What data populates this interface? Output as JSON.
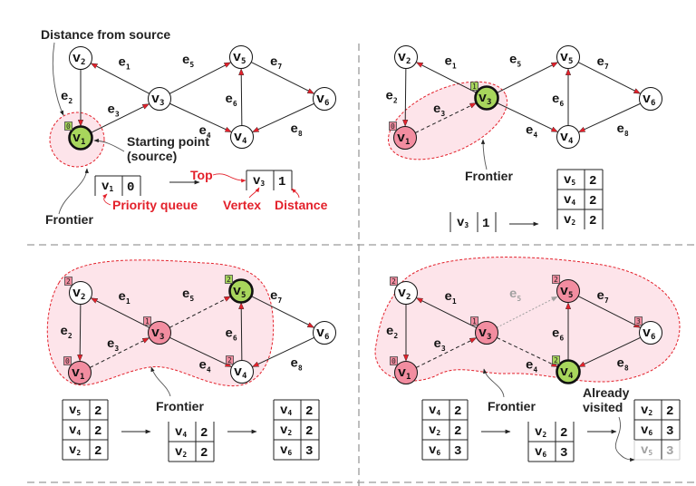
{
  "colors": {
    "visited": "#f28da0",
    "current": "#a8d65c",
    "unvisited": "#ffffff",
    "frontier_fill": "#fde4ea",
    "frontier_stroke": "#e3212b",
    "arrow_head": "#e3212b",
    "annotation_red": "#e3212b",
    "faded": "#a0a0a0",
    "divider": "#9a9a9a"
  },
  "graph": {
    "vertices": [
      {
        "id": "v1",
        "name": "v",
        "sub": "1"
      },
      {
        "id": "v2",
        "name": "v",
        "sub": "2"
      },
      {
        "id": "v3",
        "name": "v",
        "sub": "3"
      },
      {
        "id": "v4",
        "name": "v",
        "sub": "4"
      },
      {
        "id": "v5",
        "name": "v",
        "sub": "5"
      },
      {
        "id": "v6",
        "name": "v",
        "sub": "6"
      }
    ],
    "edges": [
      {
        "id": "e1",
        "name": "e",
        "sub": "1",
        "from": "v3",
        "to": "v2"
      },
      {
        "id": "e2",
        "name": "e",
        "sub": "2",
        "from": "v2",
        "to": "v1"
      },
      {
        "id": "e3",
        "name": "e",
        "sub": "3",
        "from": "v1",
        "to": "v3"
      },
      {
        "id": "e4",
        "name": "e",
        "sub": "4",
        "from": "v3",
        "to": "v4"
      },
      {
        "id": "e5",
        "name": "e",
        "sub": "5",
        "from": "v3",
        "to": "v5"
      },
      {
        "id": "e6",
        "name": "e",
        "sub": "6",
        "from": "v4",
        "to": "v5"
      },
      {
        "id": "e7",
        "name": "e",
        "sub": "7",
        "from": "v5",
        "to": "v6"
      },
      {
        "id": "e8",
        "name": "e",
        "sub": "8",
        "from": "v6",
        "to": "v4"
      }
    ]
  },
  "panels": [
    {
      "id": "step1",
      "states": {
        "v1": "current",
        "v2": "unvisited",
        "v3": "unvisited",
        "v4": "unvisited",
        "v5": "unvisited",
        "v6": "unvisited"
      },
      "distances": [
        {
          "v": "v1",
          "d": "0",
          "state": "current"
        }
      ],
      "dashed_edges": [],
      "faded_edges": [],
      "annotations": {
        "distance_from_source": "Distance from source",
        "starting_point_line1": "Starting point",
        "starting_point_line2": "(source)",
        "frontier": "Frontier",
        "top": "Top",
        "priority_queue": "Priority queue",
        "vertex": "Vertex",
        "distance": "Distance"
      },
      "queues": [
        {
          "rows": [
            {
              "v": "1",
              "d": "0"
            }
          ]
        },
        {
          "rows": [
            {
              "v": "3",
              "d": "1"
            }
          ]
        }
      ]
    },
    {
      "id": "step2",
      "states": {
        "v1": "visited",
        "v2": "unvisited",
        "v3": "current",
        "v4": "unvisited",
        "v5": "unvisited",
        "v6": "unvisited"
      },
      "distances": [
        {
          "v": "v1",
          "d": "0",
          "state": "visited"
        },
        {
          "v": "v3",
          "d": "1",
          "state": "current"
        }
      ],
      "dashed_edges": [
        "e3"
      ],
      "faded_edges": [],
      "annotations": {
        "frontier": "Frontier"
      },
      "queues": [
        {
          "rows": [
            {
              "v": "3",
              "d": "1"
            }
          ]
        },
        {
          "rows": [
            {
              "v": "5",
              "d": "2"
            },
            {
              "v": "4",
              "d": "2"
            },
            {
              "v": "2",
              "d": "2"
            }
          ]
        }
      ]
    },
    {
      "id": "step3",
      "states": {
        "v1": "visited",
        "v2": "unvisited",
        "v3": "visited",
        "v4": "unvisited",
        "v5": "current",
        "v6": "unvisited"
      },
      "distances": [
        {
          "v": "v1",
          "d": "0",
          "state": "visited"
        },
        {
          "v": "v2",
          "d": "2",
          "state": "visited"
        },
        {
          "v": "v3",
          "d": "1",
          "state": "visited"
        },
        {
          "v": "v4",
          "d": "2",
          "state": "visited"
        },
        {
          "v": "v5",
          "d": "2",
          "state": "current"
        }
      ],
      "dashed_edges": [
        "e3",
        "e5"
      ],
      "faded_edges": [],
      "annotations": {
        "frontier": "Frontier"
      },
      "queues": [
        {
          "rows": [
            {
              "v": "5",
              "d": "2"
            },
            {
              "v": "4",
              "d": "2"
            },
            {
              "v": "2",
              "d": "2"
            }
          ]
        },
        {
          "rows": [
            {
              "v": "4",
              "d": "2"
            },
            {
              "v": "2",
              "d": "2"
            }
          ]
        },
        {
          "rows": [
            {
              "v": "4",
              "d": "2"
            },
            {
              "v": "2",
              "d": "2"
            },
            {
              "v": "6",
              "d": "3"
            }
          ]
        }
      ]
    },
    {
      "id": "step4",
      "states": {
        "v1": "visited",
        "v2": "unvisited",
        "v3": "visited",
        "v4": "current",
        "v5": "visited",
        "v6": "unvisited"
      },
      "distances": [
        {
          "v": "v1",
          "d": "0",
          "state": "visited"
        },
        {
          "v": "v2",
          "d": "2",
          "state": "visited"
        },
        {
          "v": "v3",
          "d": "1",
          "state": "visited"
        },
        {
          "v": "v4",
          "d": "2",
          "state": "current"
        },
        {
          "v": "v5",
          "d": "2",
          "state": "visited"
        },
        {
          "v": "v6",
          "d": "3",
          "state": "visited"
        }
      ],
      "dashed_edges": [
        "e3",
        "e4"
      ],
      "faded_edges": [
        "e5"
      ],
      "annotations": {
        "frontier": "Frontier",
        "already_visited_line1": "Already",
        "already_visited_line2": "visited"
      },
      "queues": [
        {
          "rows": [
            {
              "v": "4",
              "d": "2"
            },
            {
              "v": "2",
              "d": "2"
            },
            {
              "v": "6",
              "d": "3"
            }
          ]
        },
        {
          "rows": [
            {
              "v": "2",
              "d": "2"
            },
            {
              "v": "6",
              "d": "3"
            }
          ]
        },
        {
          "rows": [
            {
              "v": "2",
              "d": "2"
            },
            {
              "v": "6",
              "d": "3"
            },
            {
              "v": "5",
              "d": "3",
              "faded": true
            }
          ]
        }
      ]
    }
  ]
}
